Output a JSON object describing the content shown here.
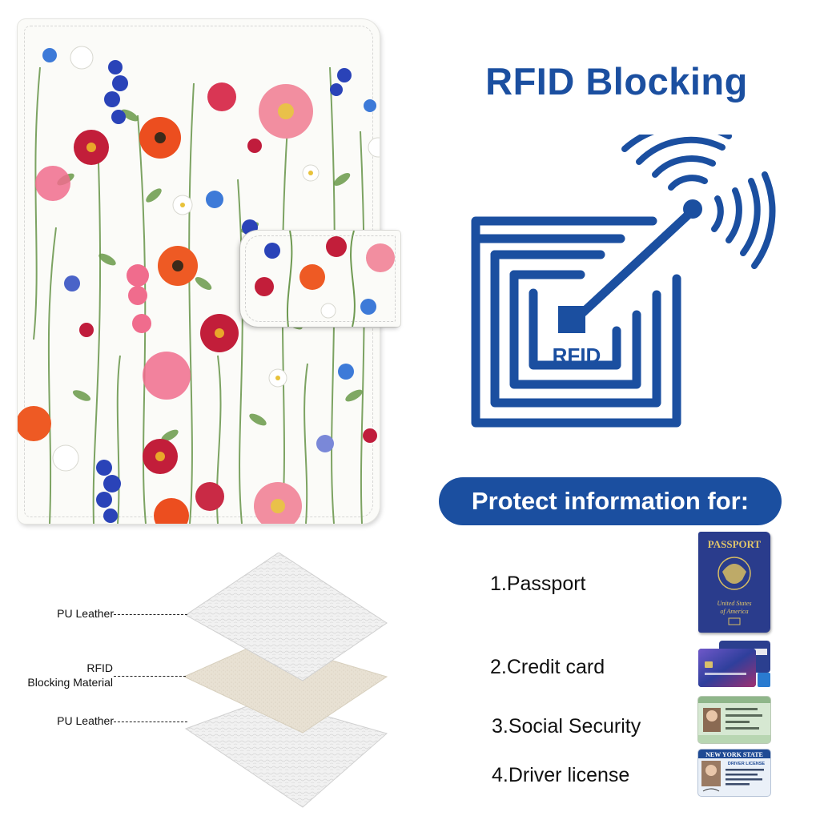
{
  "title": "RFID Blocking",
  "rfid_badge_text": "RFID",
  "protect_heading": "Protect information for:",
  "items": [
    {
      "label": "1.Passport",
      "thumb_icon": "passport-icon"
    },
    {
      "label": "2.Credit card",
      "thumb_icon": "credit-card-icon"
    },
    {
      "label": "3.Social Security",
      "thumb_icon": "social-security-card-icon"
    },
    {
      "label": "4.Driver license",
      "thumb_icon": "driver-license-icon"
    }
  ],
  "passport_thumb": {
    "title": "PASSPORT",
    "country_line1": "United States",
    "country_line2": "of America"
  },
  "license_thumb": {
    "state": "NEW YORK STATE",
    "kind": "DRIVER LICENSE"
  },
  "layers": [
    {
      "label": "PU Leather"
    },
    {
      "label_line1": "RFID",
      "label_line2": "Blocking Material"
    },
    {
      "label": "PU Leather"
    }
  ],
  "colors": {
    "brand_blue": "#1b4fa0",
    "leather": "#f1f1f1",
    "blocking_material": "#e8e1d3"
  }
}
